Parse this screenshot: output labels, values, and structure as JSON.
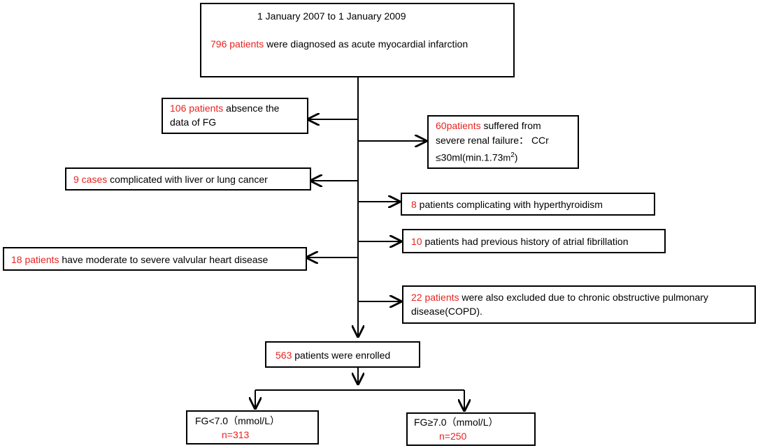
{
  "start": {
    "date_range": "1 January 2007 to 1 January 2009",
    "count": "796 patients",
    "text": " were diagnosed as acute myocardial infarction"
  },
  "exclusions": {
    "fg_missing": {
      "count": "106 patients",
      "text_line1": " absence the",
      "text_line2": "data of FG"
    },
    "renal": {
      "count": "60patients",
      "text_line1": " suffered from",
      "text_line2": "severe renal failure： CCr",
      "text_line3a": "≤30ml(min.1.73",
      "text_unit": "m",
      "text_sup": "2",
      "text_line3b": ")"
    },
    "cancer": {
      "count": "9 cases",
      "text": " complicated with liver or lung cancer"
    },
    "thyroid": {
      "count": "8",
      "text": " patients complicating with hyperthyroidism"
    },
    "afib": {
      "count": "10",
      "text": " patients had previous history of atrial fibrillation"
    },
    "valvular": {
      "count": "18 patients",
      "text": " have moderate to severe valvular heart disease"
    },
    "copd": {
      "count": "22 patients",
      "text_line1": " were also excluded due to chronic obstructive pulmonary",
      "text_line2": "disease(COPD)."
    }
  },
  "enrolled": {
    "count": "563",
    "text": " patients were enrolled"
  },
  "groups": {
    "low": {
      "label": "FG<7.0（mmol/L）",
      "n": "n=313"
    },
    "high": {
      "label": "FG≥7.0（mmol/L）",
      "n": "n=250"
    }
  }
}
